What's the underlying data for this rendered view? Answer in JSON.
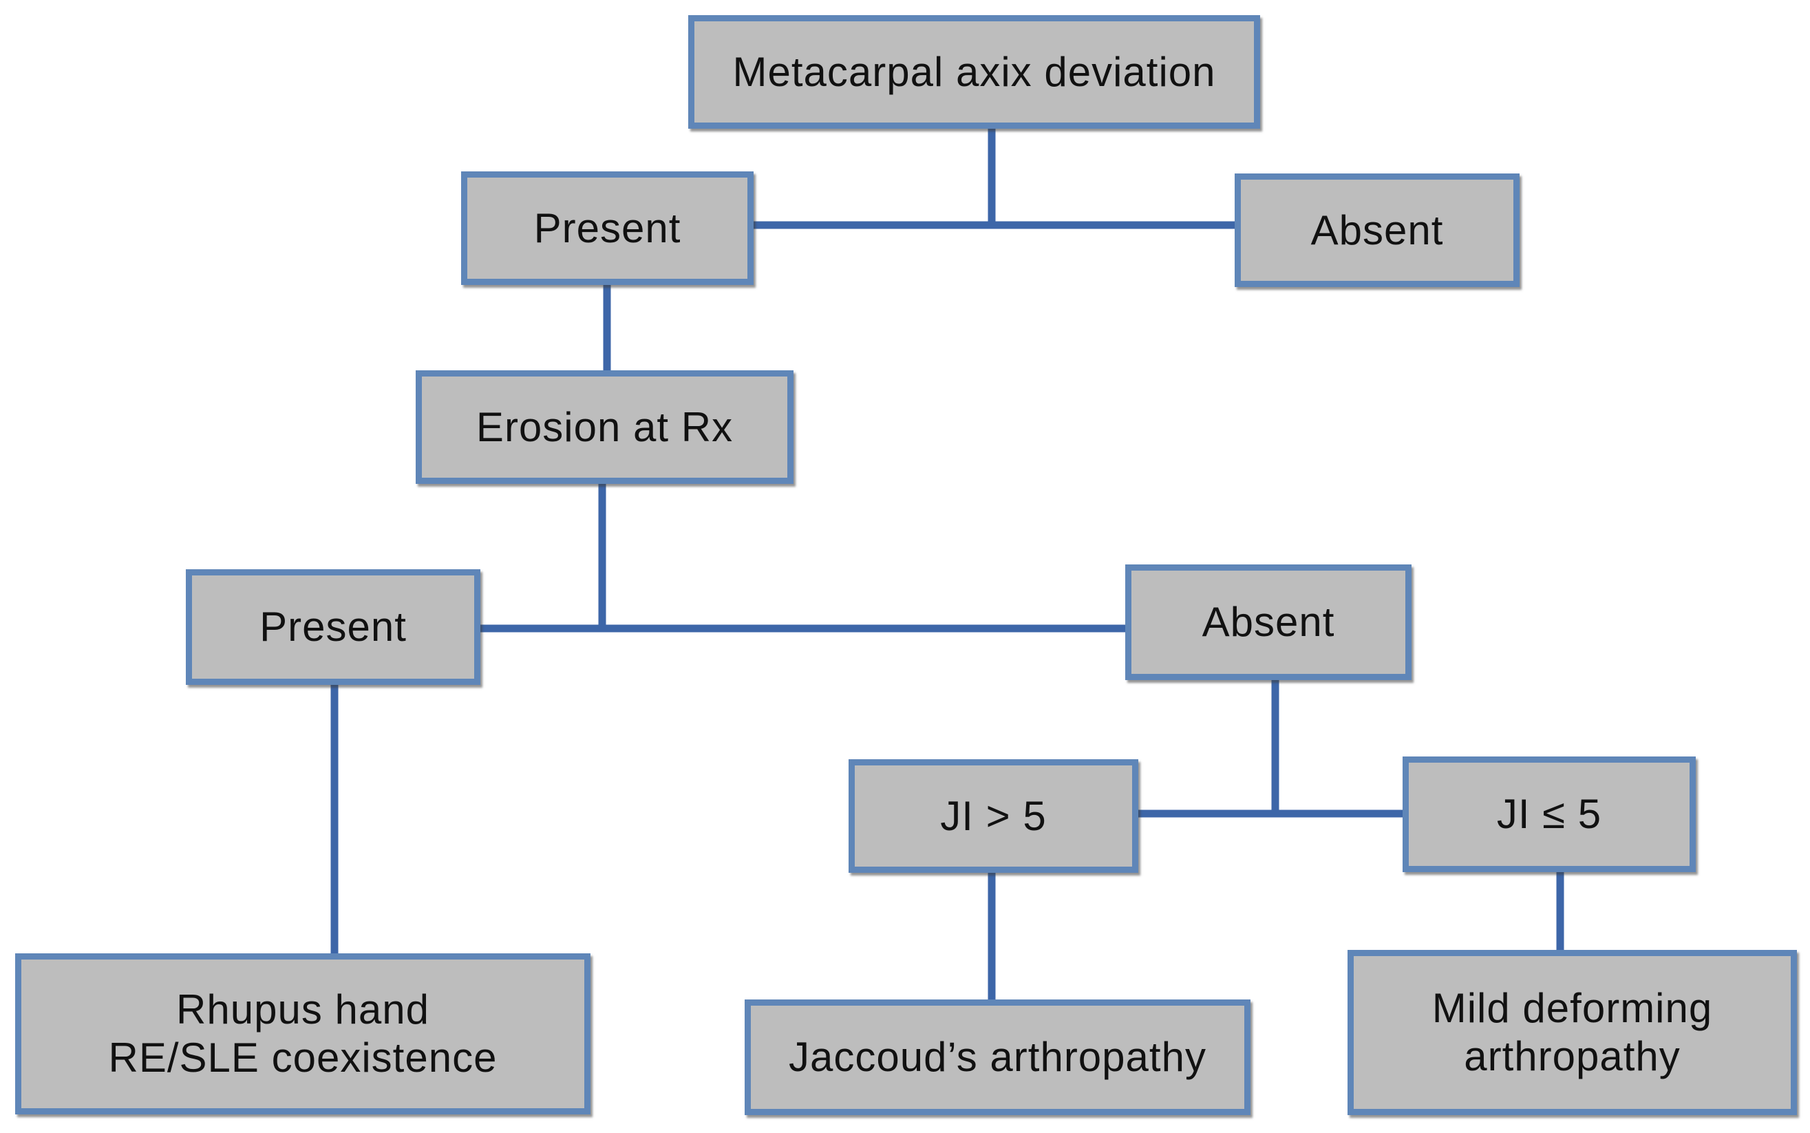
{
  "diagram": {
    "type": "decision-tree",
    "colors": {
      "node_fill": "#bdbdbd",
      "node_border": "#5f86b8",
      "connector": "#3d66a8",
      "text": "#111111"
    },
    "nodes": {
      "root": {
        "label": "Metacarpal axix deviation"
      },
      "axis_present": {
        "label": "Present"
      },
      "axis_absent": {
        "label": "Absent"
      },
      "erosion": {
        "label": "Erosion at Rx"
      },
      "erosion_present": {
        "label": "Present"
      },
      "erosion_absent": {
        "label": "Absent"
      },
      "ji_gt5": {
        "label": "JI > 5"
      },
      "ji_le5": {
        "label": "JI ≤ 5"
      },
      "rhupus": {
        "lines": [
          "Rhupus hand",
          "RE/SLE coexistence"
        ]
      },
      "jaccoud": {
        "label": "Jaccoud’s arthropathy"
      },
      "mild": {
        "lines": [
          "Mild deforming",
          "arthropathy"
        ]
      }
    },
    "edges": [
      {
        "from": "root",
        "to": "axis_present"
      },
      {
        "from": "root",
        "to": "axis_absent"
      },
      {
        "from": "axis_present",
        "to": "erosion"
      },
      {
        "from": "erosion",
        "to": "erosion_present"
      },
      {
        "from": "erosion",
        "to": "erosion_absent"
      },
      {
        "from": "erosion_present",
        "to": "rhupus"
      },
      {
        "from": "erosion_absent",
        "to": "ji_gt5"
      },
      {
        "from": "erosion_absent",
        "to": "ji_le5"
      },
      {
        "from": "ji_gt5",
        "to": "jaccoud"
      },
      {
        "from": "ji_le5",
        "to": "mild"
      }
    ]
  }
}
